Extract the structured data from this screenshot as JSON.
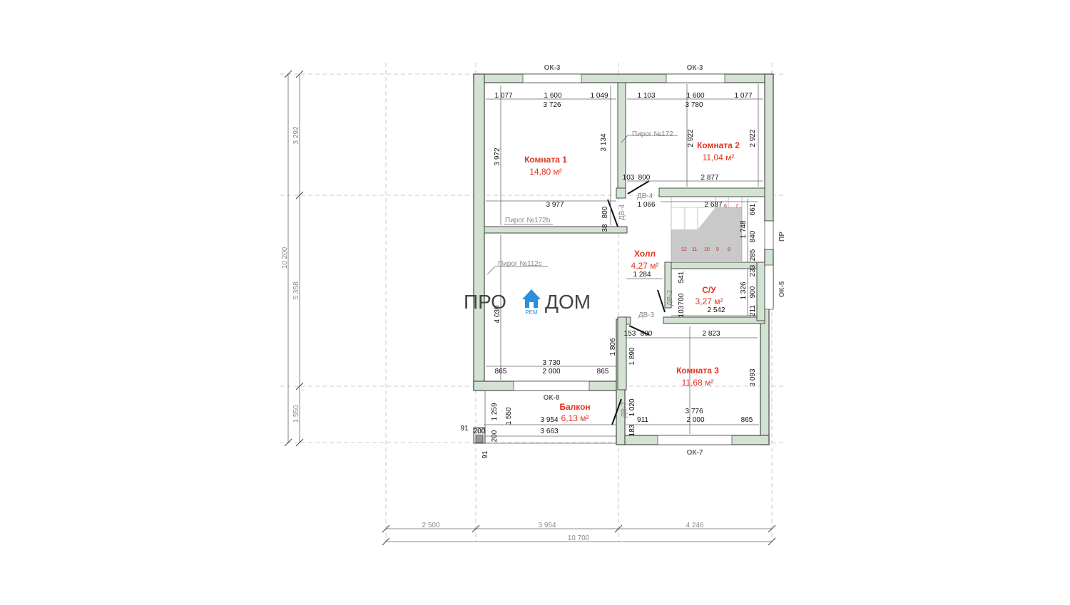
{
  "rooms": [
    {
      "name": "Комната 1",
      "area": "14,80 м²"
    },
    {
      "name": "Комната 2",
      "area": "11,04 м²"
    },
    {
      "name": "Холл",
      "area": "4,27 м²"
    },
    {
      "name": "С/У",
      "area": "3,27 м²"
    },
    {
      "name": "Комната 3",
      "area": "11,68 м²"
    },
    {
      "name": "Балкон",
      "area": "6,13 м²"
    }
  ],
  "windows": [
    "ОК-3",
    "ОК-3",
    "ОК-8",
    "ОК-7",
    "ОК-5",
    "ПР"
  ],
  "doors": [
    "ДВ-4",
    "ДВ-4",
    "ДВ-2",
    "ДВ-3",
    "ДВ-7"
  ],
  "pies": [
    "Пирог №172",
    "Пирог №172b",
    "Пирог №112c"
  ],
  "dims_top": [
    "1 077",
    "1 600",
    "1 049",
    "3 726",
    "1 103",
    "1 600",
    "1 077",
    "3 780"
  ],
  "dims_room1": [
    "3 972",
    "3 134",
    "3 977",
    "800",
    "38"
  ],
  "dims_room2": [
    "2 922",
    "2 922",
    "103",
    "800",
    "2 877"
  ],
  "dims_hall": [
    "1 066",
    "2 687",
    "661",
    "1 748",
    "840",
    "285",
    "233",
    "1 284",
    "541"
  ],
  "dims_su": [
    "103",
    "700",
    "1 326",
    "900",
    "211",
    "2 542"
  ],
  "dims_room3": [
    "153",
    "800",
    "2 823",
    "1 890",
    "3 093",
    "3 776",
    "911",
    "2 000",
    "865",
    "1 020",
    "183"
  ],
  "dims_left_room": [
    "4 030",
    "3 730",
    "865",
    "2 000",
    "865",
    "1 806"
  ],
  "dims_balcony": [
    "1 259",
    "1 550",
    "3 954",
    "3 663",
    "91",
    "200",
    "200",
    "91"
  ],
  "dims_left": [
    "3 292",
    "10 200",
    "5 358",
    "1 550"
  ],
  "dims_bottom": [
    "2 500",
    "3 954",
    "4 246",
    "10 700"
  ],
  "stair_steps": [
    "12",
    "11",
    "10",
    "9",
    "8",
    "6",
    "7"
  ],
  "logo": {
    "left": "ПРО",
    "right": "ДОМ",
    "sub": "РЕМ"
  }
}
